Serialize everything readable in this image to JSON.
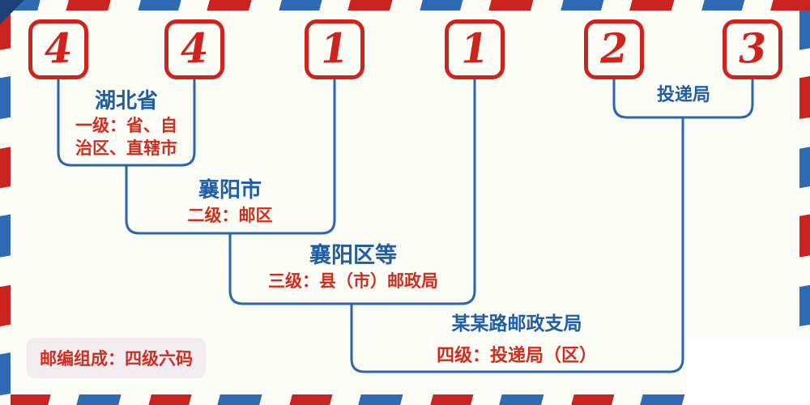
{
  "postal_code": {
    "full": "441123",
    "digits": [
      "4",
      "4",
      "1",
      "1",
      "2",
      "3"
    ]
  },
  "levels": [
    {
      "name": "湖北省",
      "desc": "一级：省、自治区、直辖市"
    },
    {
      "name": "襄阳市",
      "desc": "二级：邮区"
    },
    {
      "name": "襄阳区等",
      "desc": "三级：县（市）邮政局"
    },
    {
      "name": "某某路邮政支局",
      "desc": "四级：投递局（区）"
    },
    {
      "name": "投递局",
      "desc": ""
    }
  ],
  "badge": {
    "text": "邮编组成：四级六码"
  },
  "colors": {
    "digit_red": "#cf241d",
    "desc_red": "#d22c1e",
    "name_blue": "#1f5da4",
    "line_blue": "#2a65ad",
    "stripe_blue": "#2e6bb4",
    "stripe_red": "#cb2420",
    "badge_bg": "#f3edf1",
    "page_bg": "#fbfcf6"
  }
}
